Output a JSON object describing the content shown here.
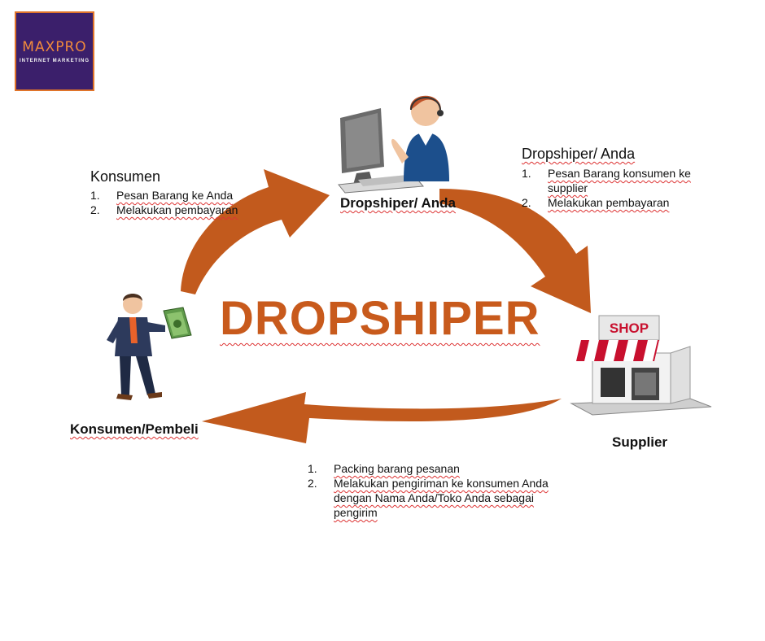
{
  "logo": {
    "brand": "MAXPRO",
    "tagline": "INTERNET MARKETING"
  },
  "title": "DROPSHIPER",
  "nodes": {
    "dropshiper": "Dropshiper/ Anda",
    "consumer": "Konsumen/Pembeli",
    "supplier": "Supplier"
  },
  "shop_sign": "SHOP",
  "notes": {
    "consumer": {
      "heading": "Konsumen",
      "items": [
        {
          "num": "1.",
          "text": "Pesan Barang ke Anda"
        },
        {
          "num": "2.",
          "text": "Melakukan pembayaran"
        }
      ]
    },
    "dropshiper": {
      "heading": "Dropshiper/ Anda",
      "items": [
        {
          "num": "1.",
          "text": "Pesan Barang konsumen ke supplier"
        },
        {
          "num": "2.",
          "text": "Melakukan pembayaran"
        }
      ]
    },
    "supplier": {
      "items": [
        {
          "num": "1.",
          "text": "Packing barang pesanan"
        },
        {
          "num": "2.",
          "text": "Melakukan pengiriman ke konsumen Anda  dengan Nama Anda/Toko Anda sebagai pengirim"
        }
      ]
    }
  },
  "colors": {
    "arrow": "#c25a1d",
    "title": "#c85a1c",
    "logo_bg": "#3b1f6b",
    "logo_accent": "#f08a3c"
  }
}
